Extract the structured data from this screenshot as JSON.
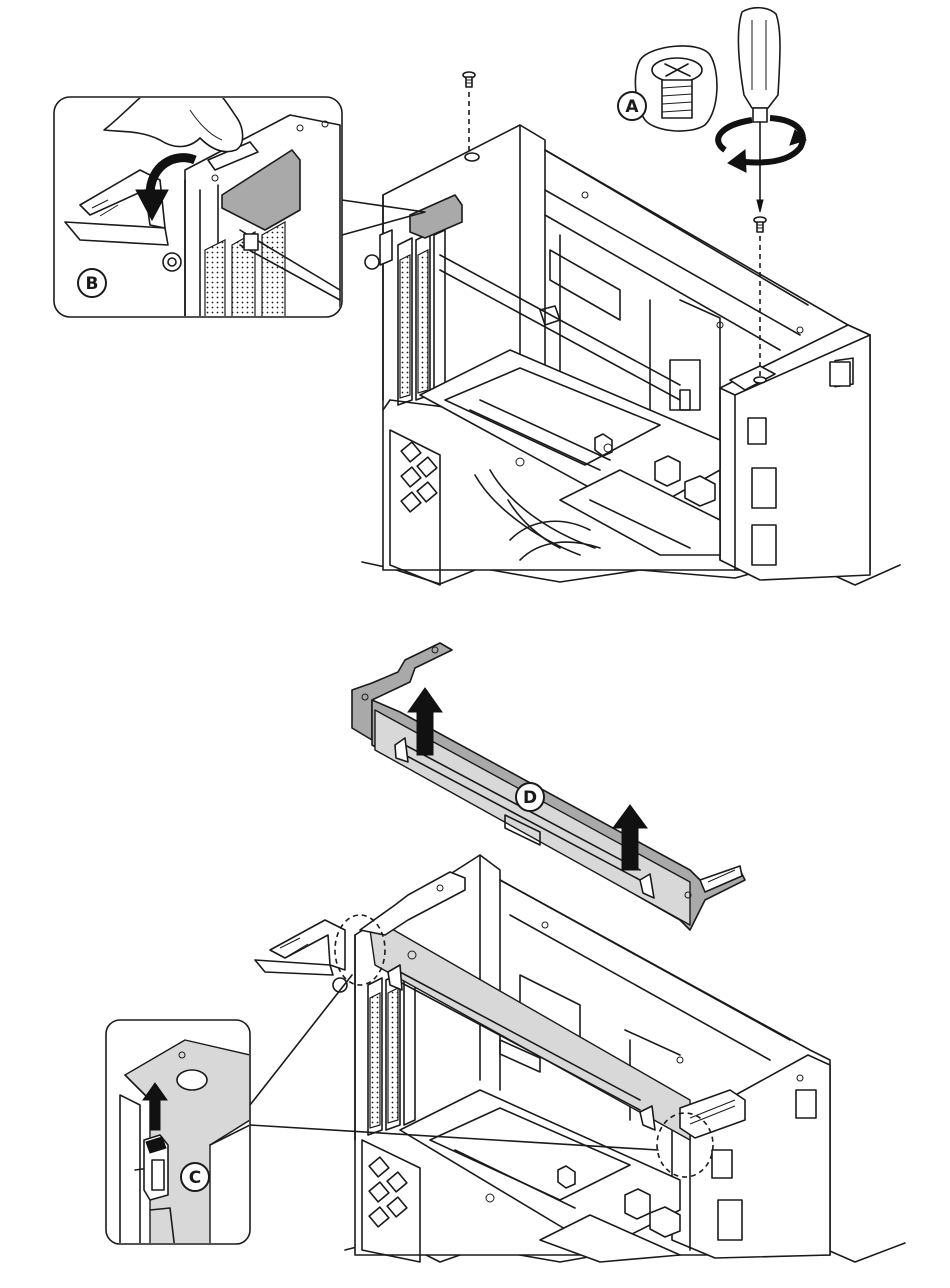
{
  "callouts": {
    "a": "A",
    "b": "B",
    "c": "C",
    "d": "D"
  },
  "icons": {
    "screw": "screw-icon",
    "screwdriver": "screwdriver-icon",
    "rotate": "rotate-arrow-icon",
    "lift": "up-arrow-icon",
    "hand": "hand-icon"
  },
  "colors": {
    "line": "#1a1a1a",
    "highlight": "#a9a9a9",
    "background": "#ffffff"
  }
}
